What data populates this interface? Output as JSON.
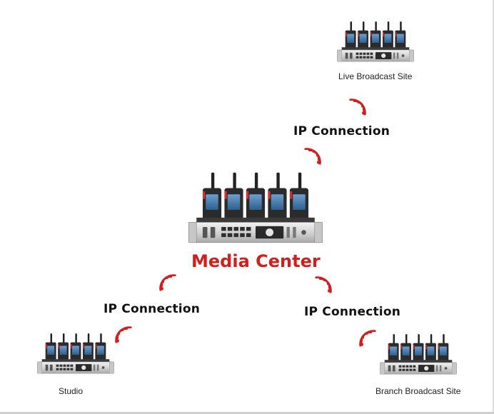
{
  "colors": {
    "accent_red": "#d11f1f",
    "text_dark": "#111111",
    "device_dark": "#2b2b2b",
    "device_silver": "#d8d8d8",
    "screen_blue": "#4a7fb0"
  },
  "center": {
    "title": "Media Center",
    "icon": "radio-dock-station-icon"
  },
  "sites": {
    "live": {
      "label": "Live Broadcast Site",
      "icon": "radio-dock-station-icon"
    },
    "studio": {
      "label": "Studio",
      "icon": "radio-dock-station-icon"
    },
    "branch": {
      "label": "Branch Broadcast Site",
      "icon": "radio-dock-station-icon"
    }
  },
  "connections": {
    "top": {
      "label": "IP Connection",
      "icon": "wifi-signal-icon"
    },
    "left": {
      "label": "IP Connection",
      "icon": "wifi-signal-icon"
    },
    "right": {
      "label": "IP Connection",
      "icon": "wifi-signal-icon"
    }
  }
}
